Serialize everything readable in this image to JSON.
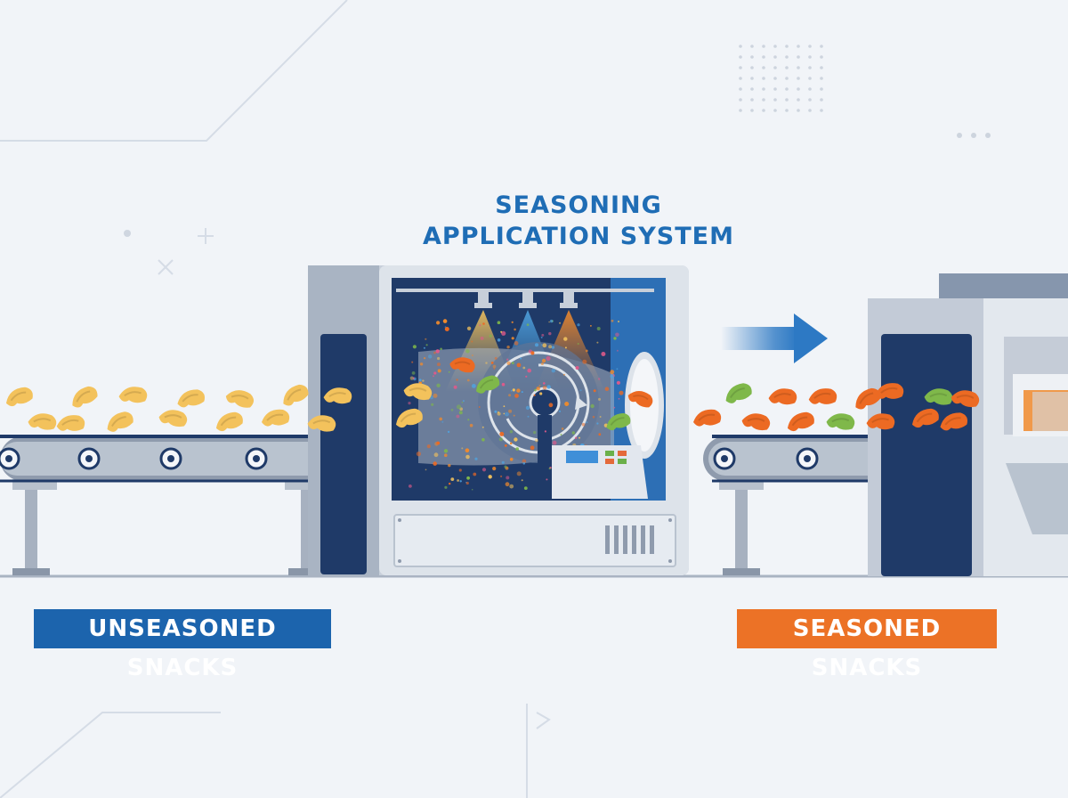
{
  "title": {
    "line1": "SEASONING",
    "line2": "APPLICATION SYSTEM"
  },
  "labels": {
    "unseasoned": "UNSEASONED SNACKS",
    "seasoned": "SEASONED SNACKS"
  },
  "colors": {
    "background": "#f1f4f8",
    "title": "#1f6db5",
    "unseasoned_label": "#1c64ad",
    "seasoned_label": "#ec7226",
    "machine_body": "#c7cfda",
    "machine_dark": "#1f3a68",
    "conveyor": "#8a96a8",
    "plain_snack": "#f3c25c",
    "seasoned_snack_orange": "#ec6a23",
    "seasoned_snack_green": "#7fb84a",
    "arrow": "#2d79c4"
  },
  "icons": {
    "flow_arrow": "arrow-right-icon",
    "spray_nozzle": "spray-nozzle-icon",
    "drum": "rotating-drum-icon"
  }
}
